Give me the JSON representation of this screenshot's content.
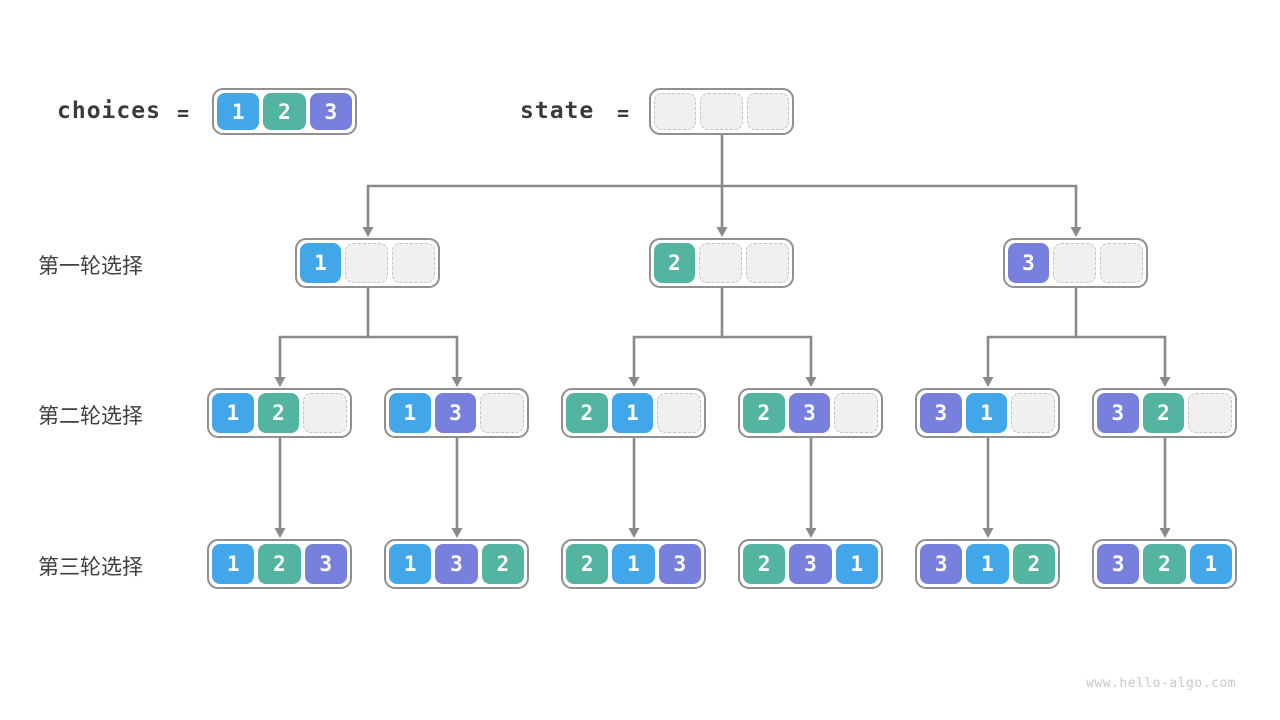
{
  "palette": {
    "value1": "#41A7E8",
    "value2": "#53B5A1",
    "value3": "#7780DC",
    "empty_fill": "#F0F0F0",
    "empty_border": "#C4C4C4",
    "box_border": "#909090",
    "connector": "#8A8A8A",
    "label_text": "#3F3F3F",
    "watermark_color": "#C9C9C9"
  },
  "header": {
    "choices_label": "choices",
    "state_label": "state",
    "equals": "=",
    "choices_cells": [
      1,
      2,
      3
    ],
    "state_cells": [
      null,
      null,
      null
    ]
  },
  "rows": [
    {
      "label": "第一轮选择"
    },
    {
      "label": "第二轮选择"
    },
    {
      "label": "第三轮选择"
    }
  ],
  "tree": {
    "level1": [
      {
        "cells": [
          1,
          null,
          null
        ]
      },
      {
        "cells": [
          2,
          null,
          null
        ]
      },
      {
        "cells": [
          3,
          null,
          null
        ]
      }
    ],
    "level2": [
      {
        "cells": [
          1,
          2,
          null
        ]
      },
      {
        "cells": [
          1,
          3,
          null
        ]
      },
      {
        "cells": [
          2,
          1,
          null
        ]
      },
      {
        "cells": [
          2,
          3,
          null
        ]
      },
      {
        "cells": [
          3,
          1,
          null
        ]
      },
      {
        "cells": [
          3,
          2,
          null
        ]
      }
    ],
    "level3": [
      {
        "cells": [
          1,
          2,
          3
        ]
      },
      {
        "cells": [
          1,
          3,
          2
        ]
      },
      {
        "cells": [
          2,
          1,
          3
        ]
      },
      {
        "cells": [
          2,
          3,
          1
        ]
      },
      {
        "cells": [
          3,
          1,
          2
        ]
      },
      {
        "cells": [
          3,
          2,
          1
        ]
      }
    ]
  },
  "footer": {
    "watermark": "www.hello-algo.com"
  }
}
